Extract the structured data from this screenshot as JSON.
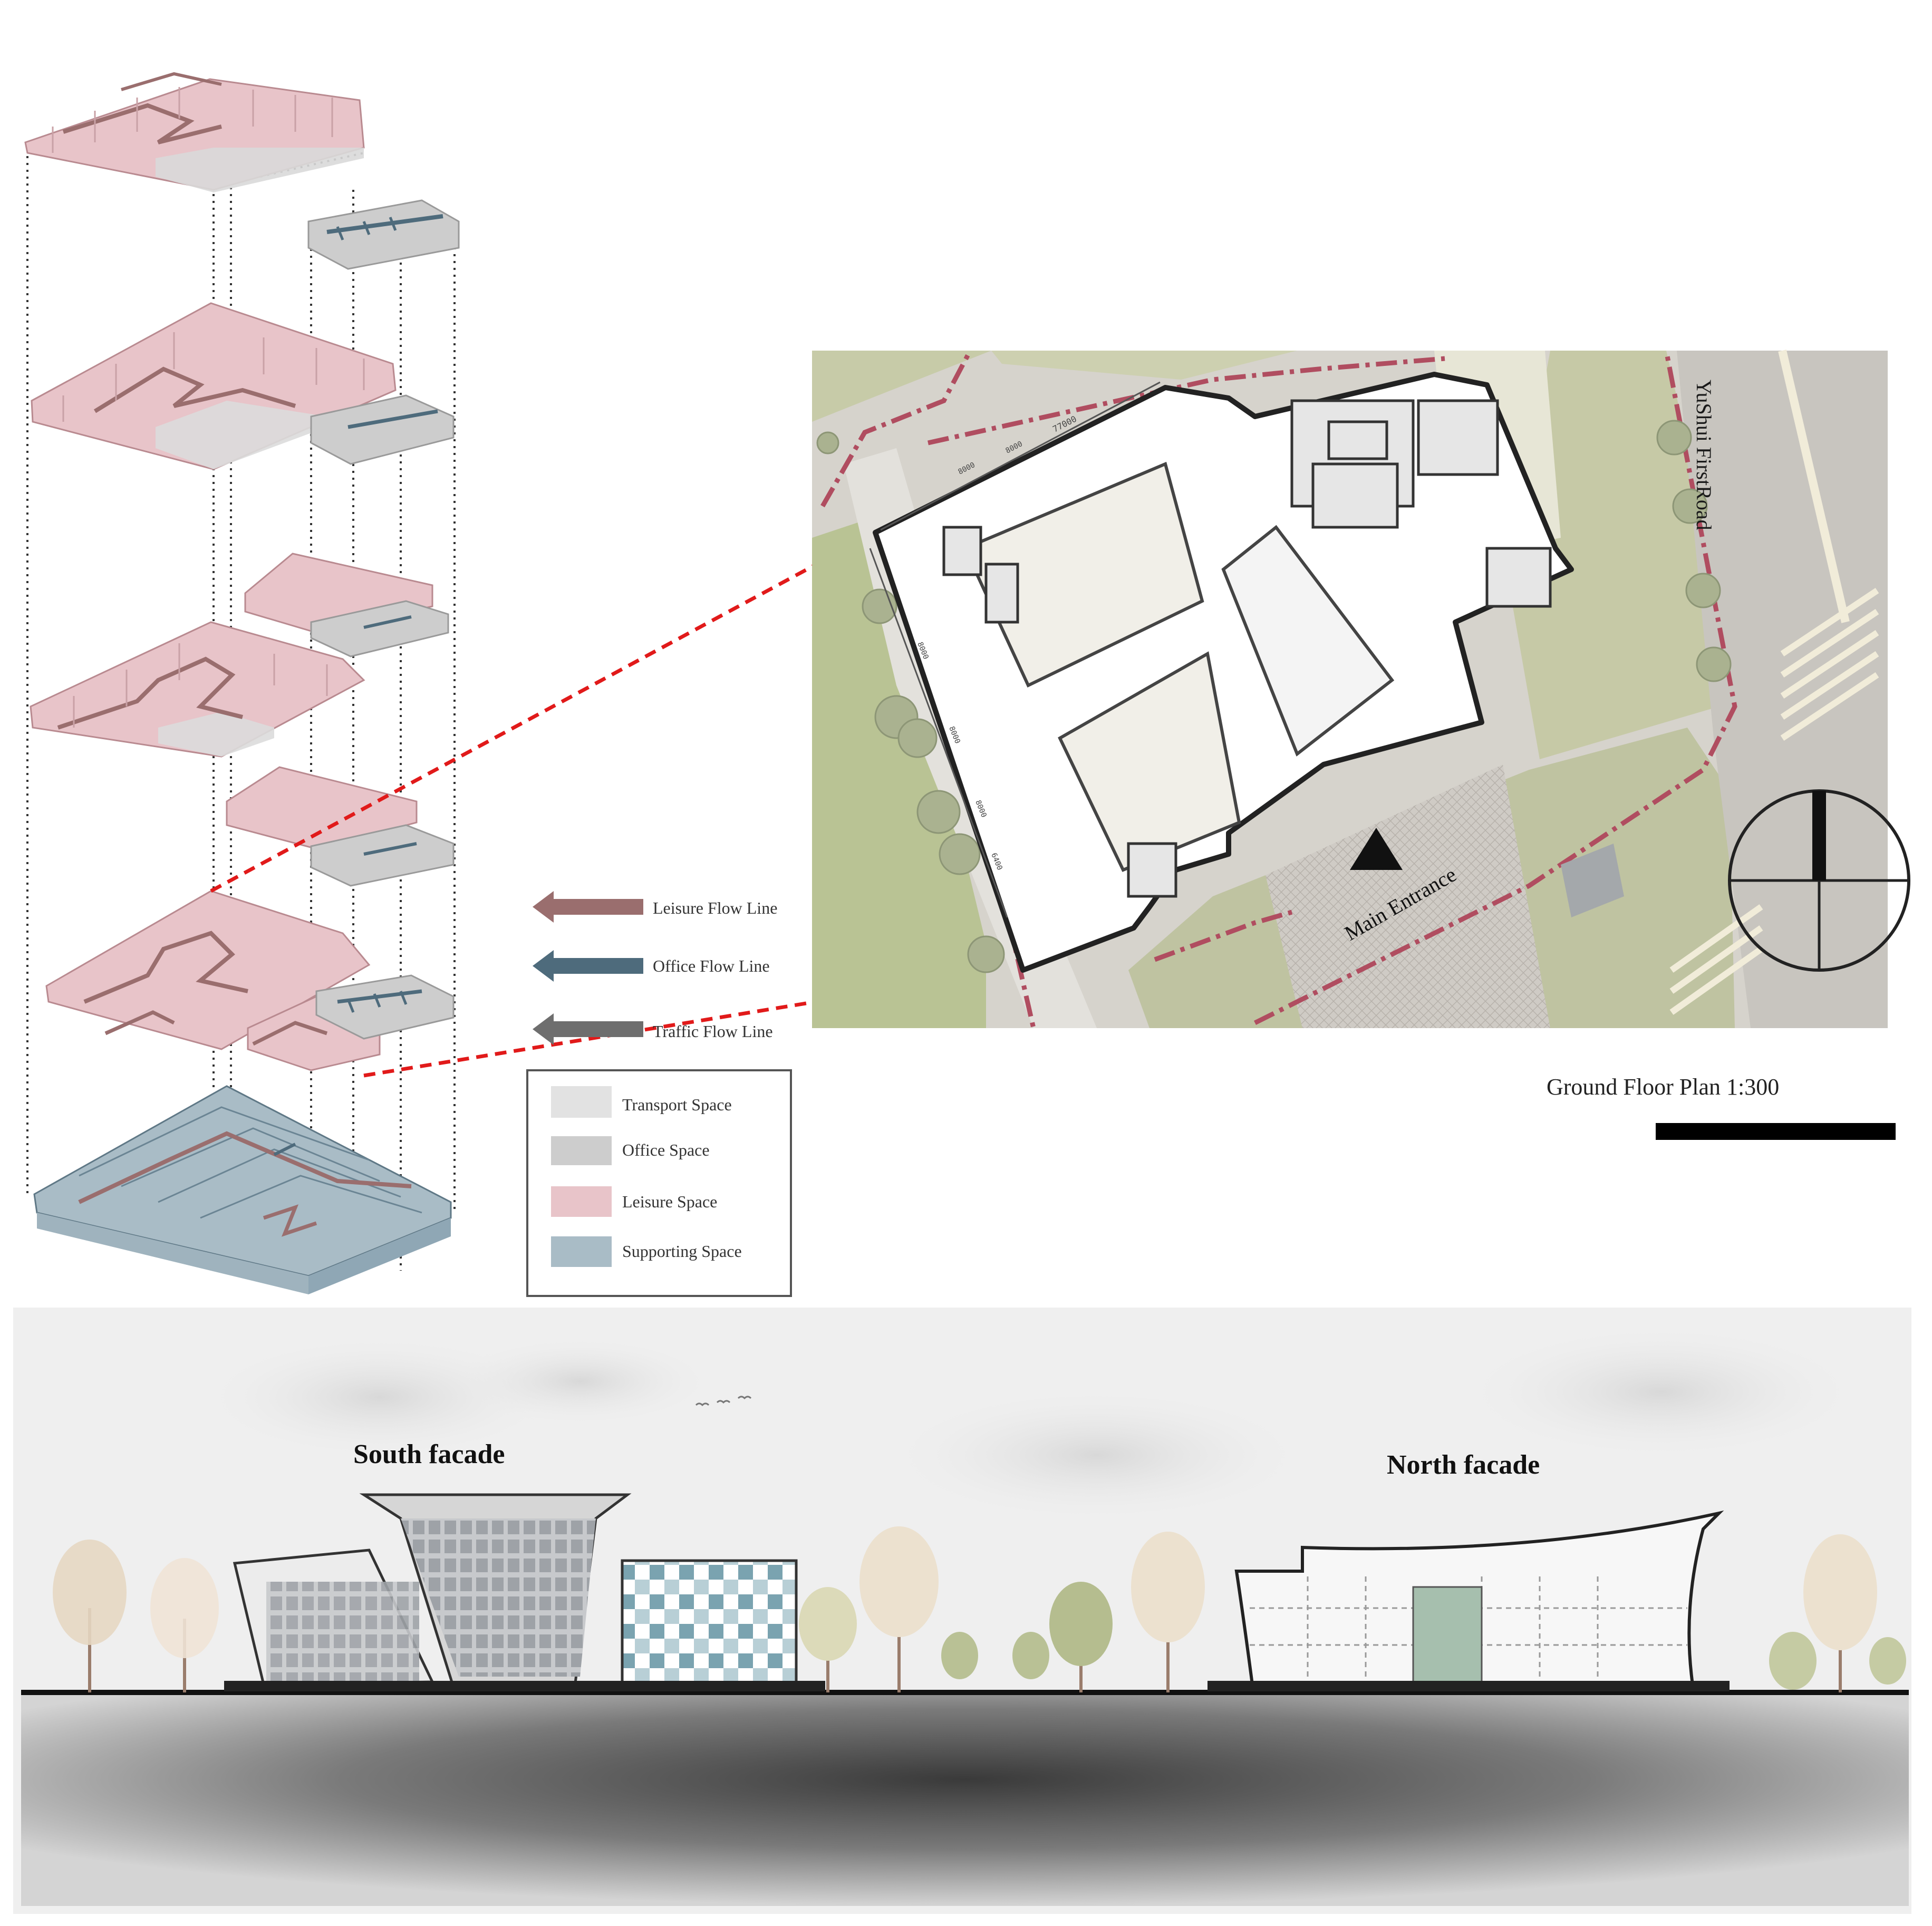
{
  "flow_legend": [
    {
      "label": "Leisure Flow Line",
      "color": "#9a6e6e"
    },
    {
      "label": "Office Flow Line",
      "color": "#4e6b7c"
    },
    {
      "label": "Traffic Flow Line",
      "color": "#6e6e6e"
    }
  ],
  "space_legend": [
    {
      "label": "Transport Space",
      "color": "#e2e2e2"
    },
    {
      "label": "Office Space",
      "color": "#cdcdcd"
    },
    {
      "label": "Leisure Space",
      "color": "#e8c4c9"
    },
    {
      "label": "Supporting Space",
      "color": "#a9bcc6"
    }
  ],
  "plan": {
    "road_label": "YuShui FirstRoad",
    "entrance_label": "Main Entrance",
    "title": "Ground Floor Plan 1:300",
    "dims": [
      "77000",
      "8000",
      "8000",
      "8000",
      "8000",
      "8000",
      "6400"
    ]
  },
  "elevation": {
    "south_label": "South facade",
    "north_label": "North facade"
  },
  "colors": {
    "leisure": "#e8c4c9",
    "leisure_edge": "#b98a90",
    "office": "#cdcdcd",
    "support": "#8fa7b5",
    "site_green": "#b9c394",
    "connector": "#e11a1a"
  }
}
